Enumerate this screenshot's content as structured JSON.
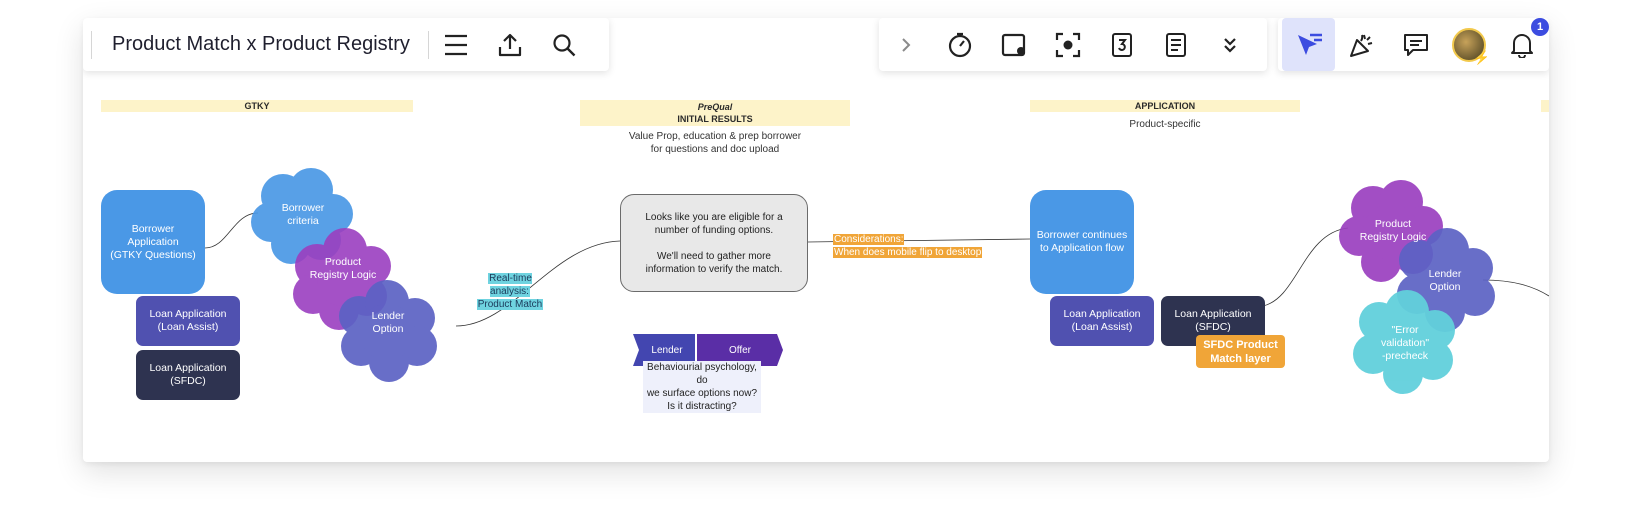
{
  "board": {
    "title": "Product Match x Product Registry"
  },
  "toolbar_left": {
    "icons": [
      "menu-icon",
      "upload-icon",
      "search-icon"
    ]
  },
  "toolbar_mid": {
    "icons": [
      "chevron-right-icon",
      "timer-icon",
      "card-icon",
      "focus-icon",
      "counter-icon",
      "notes-icon",
      "chevron-double-down-icon"
    ]
  },
  "toolbar_right": {
    "icons": [
      "pointer-icon",
      "celebrate-icon",
      "comment-icon",
      "avatar",
      "bell-icon"
    ],
    "notification_count": "1"
  },
  "stages": [
    {
      "title": "GTKY",
      "subtitle": ""
    },
    {
      "title_italic": "PreQual",
      "title": "INITIAL RESULTS",
      "subtitle_line1": "Value Prop, education & prep borrower",
      "subtitle_line2": "for questions and doc upload"
    },
    {
      "title": "APPLICATION",
      "subtitle": "Product-specific"
    }
  ],
  "stickies": {
    "borrower_application": [
      "Borrower",
      "Application",
      "(GTKY Questions)"
    ],
    "loan_app_assist": [
      "Loan Application",
      "(Loan Assist)"
    ],
    "loan_app_sfdc": [
      "Loan Application",
      "(SFDC)"
    ],
    "borrower_continues": [
      "Borrower continues",
      "to Application flow"
    ],
    "loan_app_assist_2": [
      "Loan Application",
      "(Loan Assist)"
    ],
    "loan_app_sfdc_2": [
      "Loan Application",
      "(SFDC)"
    ]
  },
  "clouds": {
    "borrower_criteria": [
      "Borrower",
      "criteria"
    ],
    "product_registry_logic": [
      "Product",
      "Registry Logic"
    ],
    "lender_option": [
      "Lender",
      "Option"
    ],
    "product_registry_logic_2": [
      "Product",
      "Registry Logic"
    ],
    "lender_option_2": [
      "Lender",
      "Option"
    ],
    "error_validation": [
      "\"Error",
      "validation\"",
      "-precheck"
    ]
  },
  "eligibility_box": {
    "line1": "Looks like you are eligible for a",
    "line2": "number of funding options.",
    "line3": "We'll need to gather more",
    "line4": "information to verify the match."
  },
  "annotations": {
    "realtime_1": "Real-time analysis:",
    "realtime_2": "Product Match",
    "considerations_1": "Considerations:",
    "considerations_2": "When does mobile flip to desktop",
    "lender_tag": "Lender",
    "offer_tag": "Offer",
    "behaviour_1": "Behaviourial psychology, do",
    "behaviour_2": "we surface options now?",
    "behaviour_3": "Is it distracting?",
    "sfdc_layer_1": "SFDC Product",
    "sfdc_layer_2": "Match layer"
  },
  "colors": {
    "blue": "#4a98e6",
    "purple": "#9b3fc0",
    "indigo": "#5c62c4",
    "cyan": "#62d0dc",
    "orange": "#f0a538",
    "navy": "#2e3350",
    "stage_header": "#fdf3c9"
  }
}
